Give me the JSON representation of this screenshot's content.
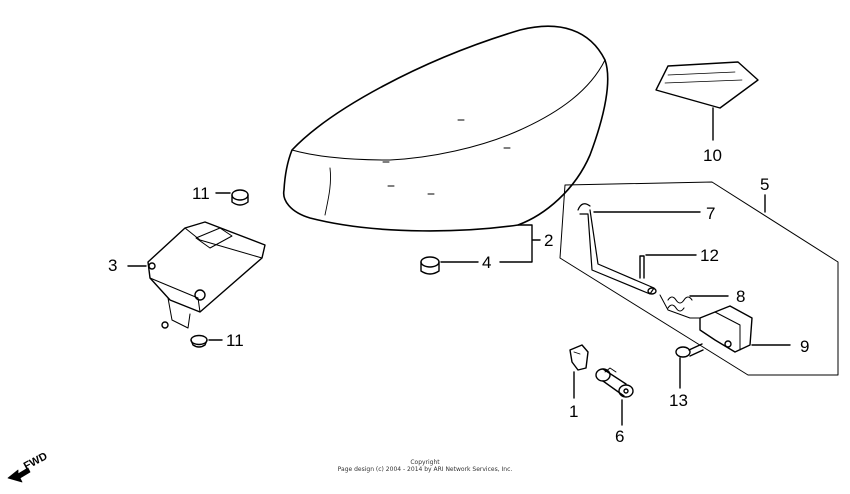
{
  "callouts": {
    "part_1": "1",
    "part_2": "2",
    "part_3": "3",
    "part_4": "4",
    "part_5": "5",
    "part_6": "6",
    "part_7": "7",
    "part_8": "8",
    "part_9": "9",
    "part_10": "10",
    "part_11_top": "11",
    "part_11_bottom": "11",
    "part_12": "12",
    "part_13": "13"
  },
  "fwd_label": "FWD",
  "copyright": {
    "line1": "Copyright",
    "line2": "Page design (c) 2004 - 2014 by ARI Network Services, Inc."
  }
}
